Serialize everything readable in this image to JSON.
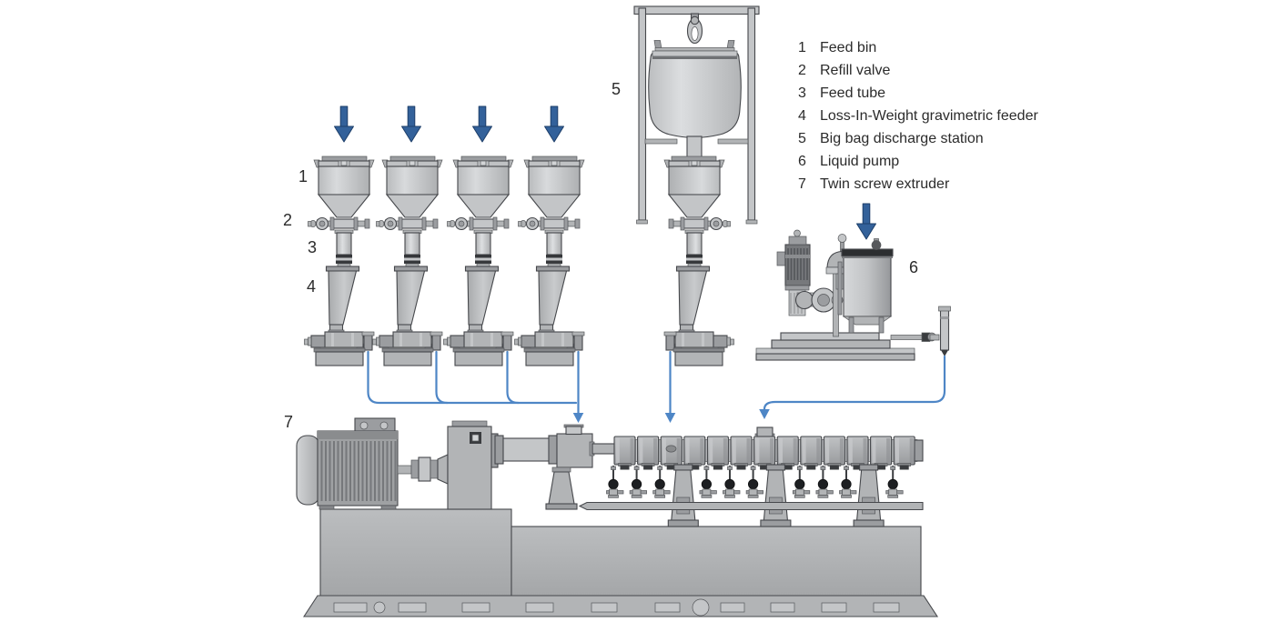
{
  "colors": {
    "arrow_blue": "#33619a",
    "arrow_outline": "#1e3f69",
    "connector_blue": "#4e86c6",
    "label_text": "#2b2b2b"
  },
  "legend": {
    "items": [
      {
        "num": "1",
        "label": "Feed bin"
      },
      {
        "num": "2",
        "label": "Refill valve"
      },
      {
        "num": "3",
        "label": "Feed tube"
      },
      {
        "num": "4",
        "label": "Loss-In-Weight gravimetric feeder"
      },
      {
        "num": "5",
        "label": "Big bag discharge station"
      },
      {
        "num": "6",
        "label": "Liquid pump"
      },
      {
        "num": "7",
        "label": "Twin screw extruder"
      }
    ]
  },
  "diagram": {
    "labels": {
      "feed_bin": "1",
      "refill_valve": "2",
      "feed_tube": "3",
      "liw_feeder": "4",
      "big_bag_station": "5",
      "liquid_pump": "6",
      "twin_screw_extruder": "7"
    }
  }
}
